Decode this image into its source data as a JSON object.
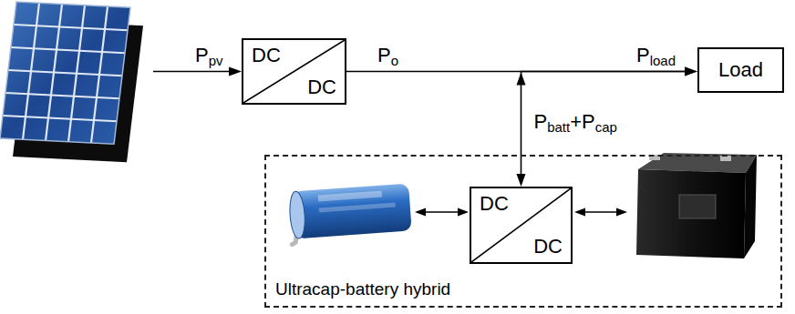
{
  "diagram": {
    "nodes": [
      {
        "text": [
          "DC",
          "DC"
        ]
      },
      {
        "text": [
          "Load"
        ]
      },
      {
        "text": [
          "Ultracap-battery hybrid"
        ]
      },
      {
        "text": [
          "DC",
          "DC"
        ],
        "in": 2
      }
    ],
    "edges": [
      {
        "from": 0,
        "to": 1,
        "arrow": "to"
      },
      {
        "from": 3,
        "to": 1,
        "arrow": "both",
        "label": "Pbatt+Pcap"
      }
    ],
    "labels": [
      "Ppv",
      "Po",
      "Pload"
    ]
  }
}
